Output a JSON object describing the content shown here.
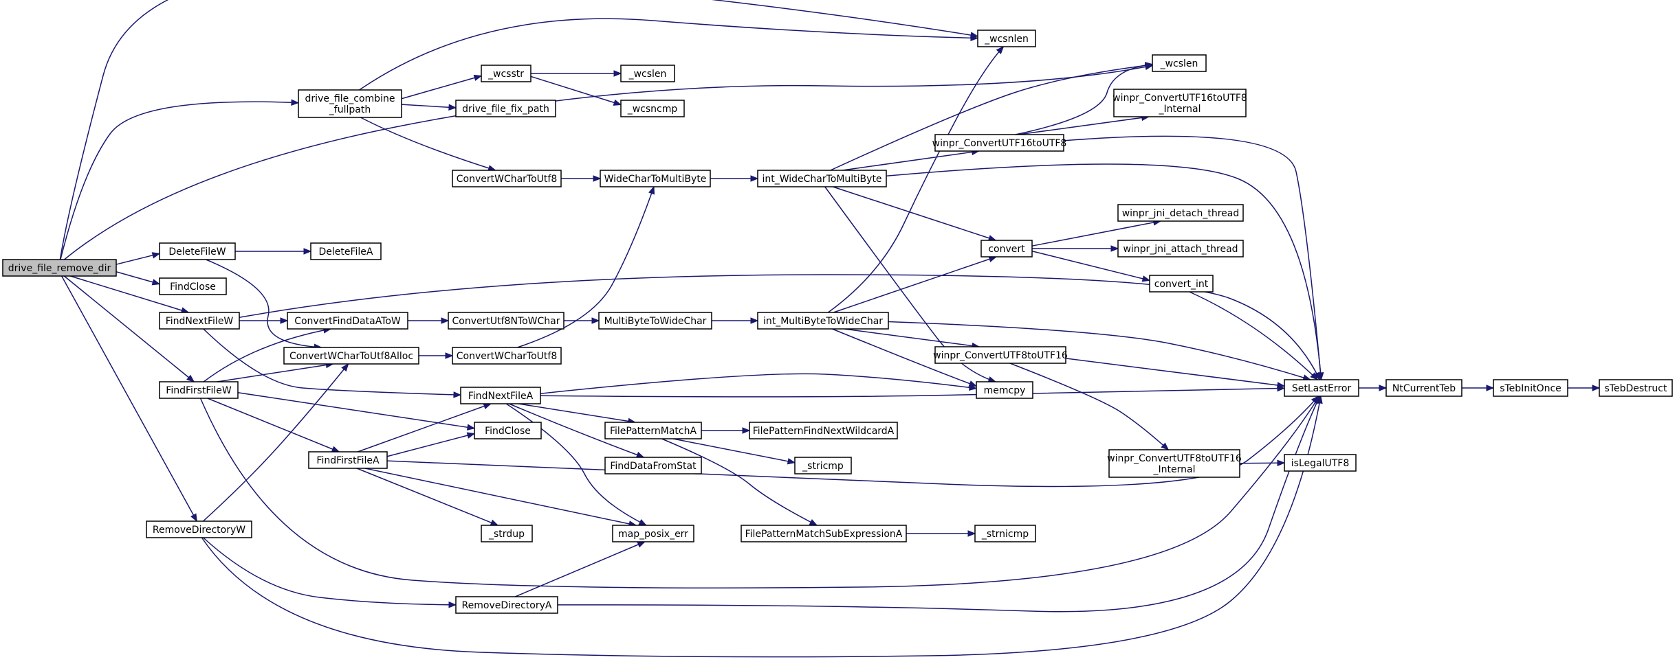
{
  "diagram": {
    "type": "call-graph",
    "colors": {
      "edge": "#191970",
      "node_border": "#000000",
      "root_fill": "#bfbfbf",
      "node_fill": "#ffffff"
    },
    "nodes": [
      {
        "id": "drive_file_remove_dir",
        "lines": [
          "drive_file_remove_dir"
        ],
        "root": true
      },
      {
        "id": "drive_file_combine_fullpath",
        "lines": [
          "drive_file_combine",
          "_fullpath"
        ]
      },
      {
        "id": "_wcsnlen",
        "lines": [
          "_wcsnlen"
        ]
      },
      {
        "id": "_wcsstr",
        "lines": [
          "_wcsstr"
        ]
      },
      {
        "id": "_wcslen_a",
        "lines": [
          "_wcslen"
        ]
      },
      {
        "id": "_wcslen_b",
        "lines": [
          "_wcslen"
        ]
      },
      {
        "id": "drive_file_fix_path",
        "lines": [
          "drive_file_fix_path"
        ]
      },
      {
        "id": "_wcsncmp",
        "lines": [
          "_wcsncmp"
        ]
      },
      {
        "id": "wConvUTF16toUTF8_Internal",
        "lines": [
          "winpr_ConvertUTF16toUTF8",
          "_Internal"
        ]
      },
      {
        "id": "wConvUTF16toUTF8",
        "lines": [
          "winpr_ConvertUTF16toUTF8"
        ]
      },
      {
        "id": "ConvertWCharToUtf8_a",
        "lines": [
          "ConvertWCharToUtf8"
        ]
      },
      {
        "id": "WideCharToMultiByte",
        "lines": [
          "WideCharToMultiByte"
        ]
      },
      {
        "id": "int_WideCharToMultiByte",
        "lines": [
          "int_WideCharToMultiByte"
        ]
      },
      {
        "id": "winpr_jni_detach_thread",
        "lines": [
          "winpr_jni_detach_thread"
        ]
      },
      {
        "id": "DeleteFileW",
        "lines": [
          "DeleteFileW"
        ]
      },
      {
        "id": "DeleteFileA",
        "lines": [
          "DeleteFileA"
        ]
      },
      {
        "id": "convert",
        "lines": [
          "convert"
        ]
      },
      {
        "id": "winpr_jni_attach_thread",
        "lines": [
          "winpr_jni_attach_thread"
        ]
      },
      {
        "id": "FindClose_a",
        "lines": [
          "FindClose"
        ]
      },
      {
        "id": "convert_int",
        "lines": [
          "convert_int"
        ]
      },
      {
        "id": "FindNextFileW",
        "lines": [
          "FindNextFileW"
        ]
      },
      {
        "id": "ConvertFindDataAToW",
        "lines": [
          "ConvertFindDataAToW"
        ]
      },
      {
        "id": "ConvertUtf8NToWChar",
        "lines": [
          "ConvertUtf8NToWChar"
        ]
      },
      {
        "id": "MultiByteToWideChar",
        "lines": [
          "MultiByteToWideChar"
        ]
      },
      {
        "id": "int_MultiByteToWideChar",
        "lines": [
          "int_MultiByteToWideChar"
        ]
      },
      {
        "id": "ConvertWCharToUtf8Alloc",
        "lines": [
          "ConvertWCharToUtf8Alloc"
        ]
      },
      {
        "id": "ConvertWCharToUtf8_b",
        "lines": [
          "ConvertWCharToUtf8"
        ]
      },
      {
        "id": "wConvUTF8toUTF16",
        "lines": [
          "winpr_ConvertUTF8toUTF16"
        ]
      },
      {
        "id": "FindFirstFileW",
        "lines": [
          "FindFirstFileW"
        ]
      },
      {
        "id": "FindNextFileA",
        "lines": [
          "FindNextFileA"
        ]
      },
      {
        "id": "memcpy",
        "lines": [
          "memcpy"
        ]
      },
      {
        "id": "SetLastError",
        "lines": [
          "SetLastError"
        ]
      },
      {
        "id": "NtCurrentTeb",
        "lines": [
          "NtCurrentTeb"
        ]
      },
      {
        "id": "sTebInitOnce",
        "lines": [
          "sTebInitOnce"
        ]
      },
      {
        "id": "sTebDestruct",
        "lines": [
          "sTebDestruct"
        ]
      },
      {
        "id": "FindClose_b",
        "lines": [
          "FindClose"
        ]
      },
      {
        "id": "FilePatternMatchA",
        "lines": [
          "FilePatternMatchA"
        ]
      },
      {
        "id": "FilePatternFindNextWildcardA",
        "lines": [
          "FilePatternFindNextWildcardA"
        ]
      },
      {
        "id": "FindFirstFileA",
        "lines": [
          "FindFirstFileA"
        ]
      },
      {
        "id": "FindDataFromStat",
        "lines": [
          "FindDataFromStat"
        ]
      },
      {
        "id": "_stricmp",
        "lines": [
          "_stricmp"
        ]
      },
      {
        "id": "wConvUTF8toUTF16_Internal",
        "lines": [
          "winpr_ConvertUTF8toUTF16",
          "_Internal"
        ]
      },
      {
        "id": "isLegalUTF8",
        "lines": [
          "isLegalUTF8"
        ]
      },
      {
        "id": "_strdup",
        "lines": [
          "_strdup"
        ]
      },
      {
        "id": "map_posix_err",
        "lines": [
          "map_posix_err"
        ]
      },
      {
        "id": "RemoveDirectoryW",
        "lines": [
          "RemoveDirectoryW"
        ]
      },
      {
        "id": "FilePatternMatchSubExpressionA",
        "lines": [
          "FilePatternMatchSubExpressionA"
        ]
      },
      {
        "id": "_strnicmp",
        "lines": [
          "_strnicmp"
        ]
      },
      {
        "id": "RemoveDirectoryA",
        "lines": [
          "RemoveDirectoryA"
        ]
      }
    ],
    "edges": [
      [
        "drive_file_remove_dir",
        "_wcsnlen"
      ],
      [
        "drive_file_remove_dir",
        "drive_file_combine_fullpath"
      ],
      [
        "drive_file_remove_dir",
        "_wcslen_a"
      ],
      [
        "drive_file_remove_dir",
        "DeleteFileW"
      ],
      [
        "drive_file_remove_dir",
        "FindClose_a"
      ],
      [
        "drive_file_remove_dir",
        "FindNextFileW"
      ],
      [
        "drive_file_remove_dir",
        "FindFirstFileW"
      ],
      [
        "drive_file_remove_dir",
        "RemoveDirectoryW"
      ],
      [
        "drive_file_combine_fullpath",
        "_wcsnlen"
      ],
      [
        "drive_file_combine_fullpath",
        "_wcsstr"
      ],
      [
        "drive_file_combine_fullpath",
        "drive_file_fix_path"
      ],
      [
        "drive_file_combine_fullpath",
        "ConvertWCharToUtf8_a"
      ],
      [
        "_wcsstr",
        "_wcslen_b"
      ],
      [
        "_wcsstr",
        "_wcsncmp"
      ],
      [
        "ConvertWCharToUtf8_a",
        "WideCharToMultiByte"
      ],
      [
        "ConvertWCharToUtf8_b",
        "WideCharToMultiByte"
      ],
      [
        "WideCharToMultiByte",
        "int_WideCharToMultiByte"
      ],
      [
        "int_WideCharToMultiByte",
        "_wcslen_a"
      ],
      [
        "int_WideCharToMultiByte",
        "wConvUTF16toUTF8"
      ],
      [
        "int_WideCharToMultiByte",
        "SetLastError"
      ],
      [
        "int_WideCharToMultiByte",
        "convert"
      ],
      [
        "int_WideCharToMultiByte",
        "memcpy"
      ],
      [
        "wConvUTF16toUTF8",
        "_wcslen_a"
      ],
      [
        "wConvUTF16toUTF8",
        "wConvUTF16toUTF8_Internal"
      ],
      [
        "wConvUTF16toUTF8",
        "SetLastError"
      ],
      [
        "convert",
        "winpr_jni_detach_thread"
      ],
      [
        "convert",
        "winpr_jni_attach_thread"
      ],
      [
        "convert",
        "convert_int"
      ],
      [
        "convert_int",
        "SetLastError"
      ],
      [
        "DeleteFileW",
        "DeleteFileA"
      ],
      [
        "DeleteFileW",
        "ConvertWCharToUtf8Alloc"
      ],
      [
        "FindNextFileW",
        "ConvertFindDataAToW"
      ],
      [
        "FindNextFileW",
        "SetLastError"
      ],
      [
        "FindNextFileW",
        "FindNextFileA"
      ],
      [
        "FindFirstFileW",
        "ConvertFindDataAToW"
      ],
      [
        "FindFirstFileW",
        "ConvertWCharToUtf8Alloc"
      ],
      [
        "FindFirstFileW",
        "FindClose_b"
      ],
      [
        "FindFirstFileW",
        "FindFirstFileA"
      ],
      [
        "FindFirstFileW",
        "SetLastError"
      ],
      [
        "ConvertFindDataAToW",
        "ConvertUtf8NToWChar"
      ],
      [
        "ConvertUtf8NToWChar",
        "MultiByteToWideChar"
      ],
      [
        "MultiByteToWideChar",
        "int_MultiByteToWideChar"
      ],
      [
        "int_MultiByteToWideChar",
        "_wcsnlen"
      ],
      [
        "int_MultiByteToWideChar",
        "convert"
      ],
      [
        "int_MultiByteToWideChar",
        "SetLastError"
      ],
      [
        "int_MultiByteToWideChar",
        "wConvUTF8toUTF16"
      ],
      [
        "int_MultiByteToWideChar",
        "memcpy"
      ],
      [
        "ConvertWCharToUtf8Alloc",
        "ConvertWCharToUtf8_b"
      ],
      [
        "wConvUTF8toUTF16",
        "SetLastError"
      ],
      [
        "wConvUTF8toUTF16",
        "wConvUTF8toUTF16_Internal"
      ],
      [
        "wConvUTF8toUTF16_Internal",
        "isLegalUTF8"
      ],
      [
        "FindNextFileA",
        "memcpy"
      ],
      [
        "FindNextFileA",
        "SetLastError"
      ],
      [
        "FindNextFileA",
        "FilePatternMatchA"
      ],
      [
        "FindNextFileA",
        "FindDataFromStat"
      ],
      [
        "FindNextFileA",
        "map_posix_err"
      ],
      [
        "FindFirstFileA",
        "FindNextFileA"
      ],
      [
        "FindFirstFileA",
        "FindClose_b"
      ],
      [
        "FindFirstFileA",
        "SetLastError"
      ],
      [
        "FindFirstFileA",
        "_strdup"
      ],
      [
        "FindFirstFileA",
        "map_posix_err"
      ],
      [
        "FilePatternMatchA",
        "FilePatternFindNextWildcardA"
      ],
      [
        "FilePatternMatchA",
        "_stricmp"
      ],
      [
        "FilePatternMatchA",
        "FilePatternMatchSubExpressionA"
      ],
      [
        "FilePatternMatchSubExpressionA",
        "_strnicmp"
      ],
      [
        "SetLastError",
        "NtCurrentTeb"
      ],
      [
        "NtCurrentTeb",
        "sTebInitOnce"
      ],
      [
        "sTebInitOnce",
        "sTebDestruct"
      ],
      [
        "RemoveDirectoryW",
        "ConvertWCharToUtf8Alloc"
      ],
      [
        "RemoveDirectoryW",
        "RemoveDirectoryA"
      ],
      [
        "RemoveDirectoryW",
        "SetLastError"
      ],
      [
        "RemoveDirectoryA",
        "map_posix_err"
      ],
      [
        "RemoveDirectoryA",
        "SetLastError"
      ]
    ]
  }
}
